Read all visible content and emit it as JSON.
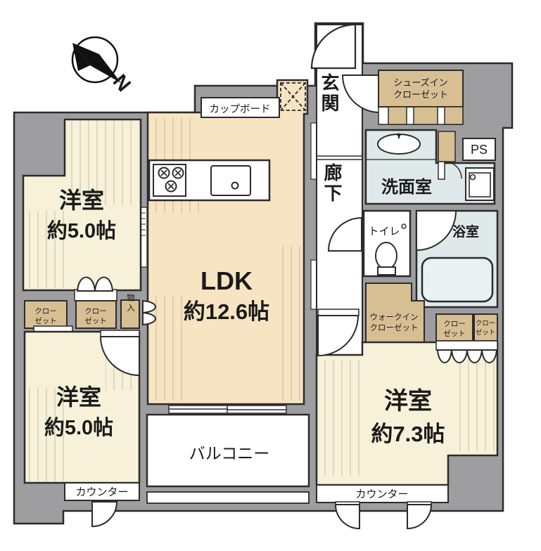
{
  "colors": {
    "wall": "#9e9ea1",
    "outline": "#2b2b2b",
    "bedroom": "#f6f1d8",
    "ldk": "#f7e4c2",
    "closet": "#d8bf93",
    "water": "#dfe9ea",
    "tub": "#e9f1f2",
    "white": "#ffffff"
  },
  "compass": {
    "north": "N"
  },
  "rooms": {
    "bedroom1": {
      "name": "洋室",
      "size": "約5.0帖"
    },
    "bedroom2": {
      "name": "洋室",
      "size": "約5.0帖"
    },
    "bedroom3": {
      "name": "洋室",
      "size": "約7.3帖"
    },
    "ldk": {
      "name": "LDK",
      "size": "約12.6帖"
    },
    "entrance": "玄関",
    "hallway": "廊下",
    "washroom": "洗面室",
    "toilet": "トイレ",
    "bathroom": "浴室",
    "balcony": "バルコニー"
  },
  "storage": {
    "cupboard": "カップボード",
    "shoes_in_closet": {
      "line1": "シューズイン",
      "line2": "クローゼット"
    },
    "closet": {
      "line1": "クロー",
      "line2": "ゼット"
    },
    "storeroom": "物入",
    "walk_in_closet": {
      "line1": "ウォークイン",
      "line2": "クローゼット"
    },
    "counter": "カウンター",
    "ps": "PS"
  }
}
